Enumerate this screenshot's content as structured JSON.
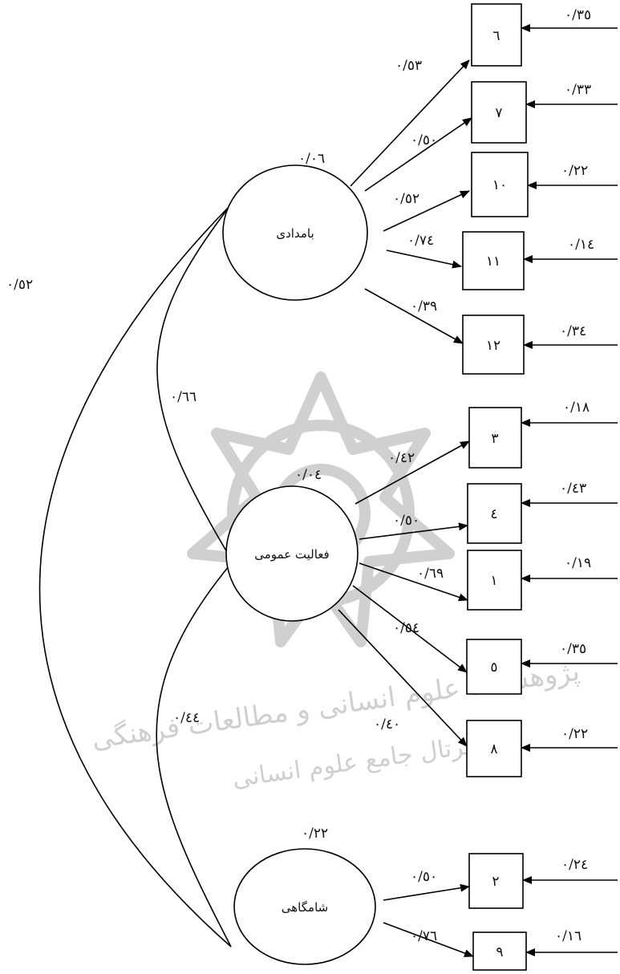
{
  "factors": [
    {
      "id": "f_bamdadi",
      "label": "بامدادی",
      "value": "۰/۰٦"
    },
    {
      "id": "f_general",
      "label": "فعالیت عمومی",
      "value": "۰/۰٤"
    },
    {
      "id": "f_evening",
      "label": "شامگاهی",
      "value": "۰/۲۲"
    }
  ],
  "items": [
    {
      "id": "i6",
      "label": "٦",
      "error": "۰/۳٥",
      "loading": "۰/٥۳"
    },
    {
      "id": "i7",
      "label": "۷",
      "error": "۰/۳۳",
      "loading": "۰/٥۰"
    },
    {
      "id": "i10",
      "label": "۱۰",
      "error": "۰/۲۲",
      "loading": "۰/٥۲"
    },
    {
      "id": "i11",
      "label": "۱۱",
      "error": "۰/۱٤",
      "loading": "۰/۷٤"
    },
    {
      "id": "i12",
      "label": "۱۲",
      "error": "۰/۳٤",
      "loading": "۰/۳۹"
    },
    {
      "id": "i3",
      "label": "۳",
      "error": "۰/۱۸",
      "loading": "۰/٤۲"
    },
    {
      "id": "i4",
      "label": "٤",
      "error": "۰/٤۳",
      "loading": "۰/٥۰"
    },
    {
      "id": "i1",
      "label": "۱",
      "error": "۰/۱۹",
      "loading": "۰/٦۹"
    },
    {
      "id": "i5",
      "label": "٥",
      "error": "۰/۳٥",
      "loading": "۰/٥٤"
    },
    {
      "id": "i8",
      "label": "۸",
      "error": "۰/۲۲",
      "loading": "۰/٤۰"
    },
    {
      "id": "i2",
      "label": "۲",
      "error": "۰/۲٤",
      "loading": "۰/٥۰"
    },
    {
      "id": "i9",
      "label": "۹",
      "error": "۰/۱٦",
      "loading": "۰/۷٦"
    }
  ],
  "correlations": [
    {
      "id": "c_bam_gen",
      "value": "۰/٦٦"
    },
    {
      "id": "c_gen_eve",
      "value": "۰/٤٤"
    },
    {
      "id": "c_bam_eve",
      "value": "۰/٥۲"
    }
  ],
  "watermark": {
    "line1": "پژوهشگاه علوم انسانی و مطالعات فرهنگی",
    "line2": "پرتال جامع علوم انسانی"
  }
}
